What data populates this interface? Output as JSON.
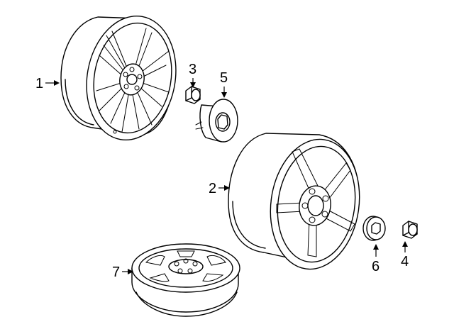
{
  "callouts": [
    {
      "id": "part-1",
      "label": "1"
    },
    {
      "id": "part-2",
      "label": "2"
    },
    {
      "id": "part-3",
      "label": "3"
    },
    {
      "id": "part-4",
      "label": "4"
    },
    {
      "id": "part-5",
      "label": "5"
    },
    {
      "id": "part-6",
      "label": "6"
    },
    {
      "id": "part-7",
      "label": "7"
    }
  ],
  "colors": {
    "line": "#000000",
    "background": "#ffffff"
  }
}
